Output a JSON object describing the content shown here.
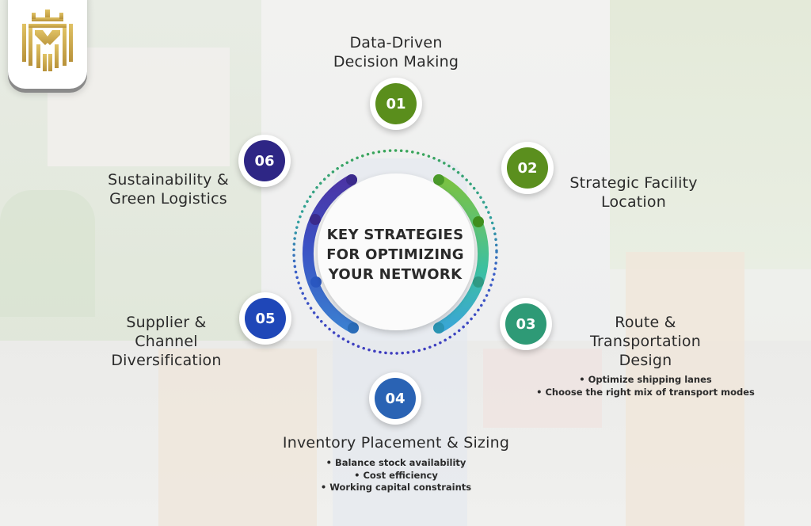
{
  "logo": {
    "icon": "crown-shield-logo-icon",
    "color": "#c9a94a"
  },
  "hub": {
    "lines": [
      "KEY STRATEGIES",
      "FOR OPTIMIZING",
      "YOUR NETWORK"
    ]
  },
  "strategies": [
    {
      "number": "01",
      "title_lines": [
        "Data-Driven",
        "Decision Making"
      ],
      "color": "#5a8e1c",
      "bullets": []
    },
    {
      "number": "02",
      "title_lines": [
        "Strategic Facility",
        "Location"
      ],
      "color": "#5b8f1e",
      "bullets": []
    },
    {
      "number": "03",
      "title_lines": [
        "Route &",
        "Transportation",
        "Design"
      ],
      "color": "#2e9a76",
      "bullets": [
        "Optimize shipping lanes",
        "Choose the right mix of transport modes"
      ]
    },
    {
      "number": "04",
      "title_lines": [
        "Inventory Placement & Sizing"
      ],
      "color": "#2a63b4",
      "bullets": [
        "Balance stock availability",
        "Cost efficiency",
        "Working capital constraints"
      ]
    },
    {
      "number": "05",
      "title_lines": [
        "Supplier &",
        "Channel",
        "Diversification"
      ],
      "color": "#1f47b8",
      "bullets": []
    },
    {
      "number": "06",
      "title_lines": [
        "Sustainability &",
        "Green Logistics"
      ],
      "color": "#2e2685",
      "bullets": []
    }
  ],
  "ring_colors": {
    "left_top": "#4b34a5",
    "left_bottom": "#3b7fd0",
    "right_top": "#7ac242",
    "right_mid": "#3cc0a0",
    "right_bottom": "#3aa6d6",
    "dots_top": "#3aa55a",
    "dots_bottom": "#3f3dbf"
  }
}
